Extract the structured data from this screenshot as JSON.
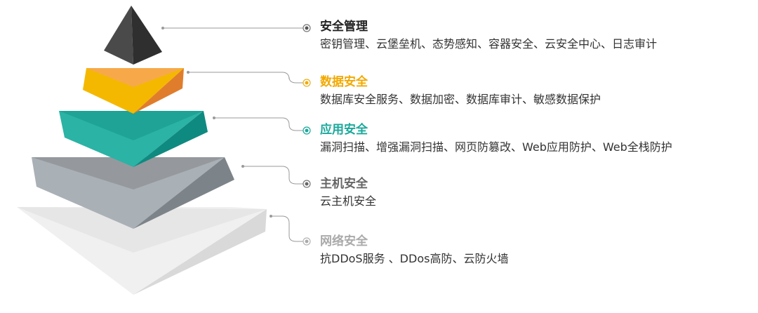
{
  "layers": [
    {
      "title": "安全管理",
      "description": "密钥管理、云堡垒机、态势感知、容器安全、云安全中心、日志审计",
      "title_color": "#222222",
      "face_left": "#4a4a4a",
      "face_right": "#2f2f2f",
      "top_face": "#3a3a3a"
    },
    {
      "title": "数据安全",
      "description": "数据库安全服务、数据加密、数据库审计、敏感数据保护",
      "title_color": "#f2a900",
      "face_left": "#f5b800",
      "face_right": "#e07d2c",
      "top_face": "#f7a94a"
    },
    {
      "title": "应用安全",
      "description": "漏洞扫描、增强漏洞扫描、网页防篡改、Web应用防护、Web全栈防护",
      "title_color": "#1aa89b",
      "face_left": "#2bb3a5",
      "face_right": "#0f8a80",
      "top_face": "#1fa396"
    },
    {
      "title": "主机安全",
      "description": "云主机安全",
      "title_color": "#666666",
      "face_left": "#a9b0b6",
      "face_right": "#7d8489",
      "top_face": "#95999d"
    },
    {
      "title": "网络安全",
      "description": "抗DDoS服务 、DDos高防、云防火墙",
      "title_color": "#aaaaaa",
      "face_left": "#f0f0f0",
      "face_right": "#d9d9d9",
      "top_face": "#e6e6e6"
    }
  ],
  "connector_color": "#999999",
  "marker_color": "#555555"
}
